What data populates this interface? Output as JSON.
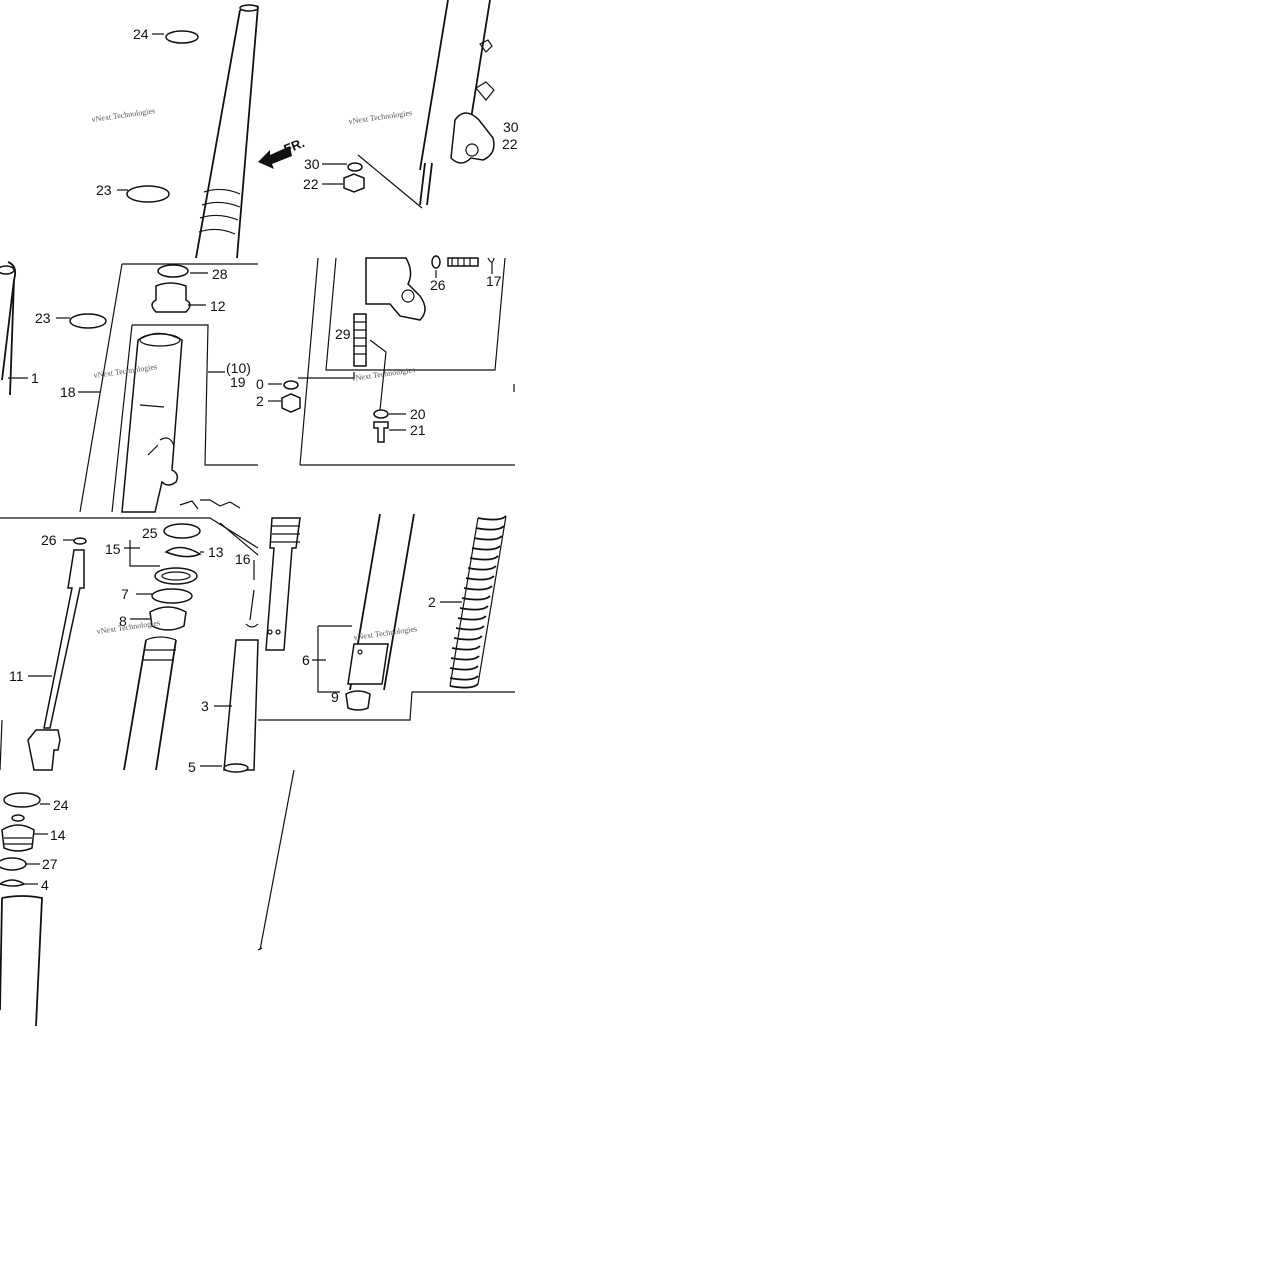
{
  "diagram": {
    "watermark": "vNext Technologies",
    "direction_label": "FR.",
    "parts": {
      "p24_top": "24",
      "p23_top": "23",
      "p30_a": "30",
      "p22_a": "22",
      "p30_edge": "30",
      "p22_edge": "22",
      "p28": "28",
      "p12": "12",
      "p23_mid": "23",
      "p1": "1",
      "p10": "(10)",
      "p19": "19",
      "p18": "18",
      "p26_mid": "26",
      "p17": "17",
      "p29": "29",
      "p0_edge": "0",
      "p2_edge": "2",
      "p20": "20",
      "p21": "21",
      "p26_low": "26",
      "p25": "25",
      "p15": "15",
      "p13": "13",
      "p16": "16",
      "p7": "7",
      "p8": "8",
      "p11": "11",
      "p3": "3",
      "p5": "5",
      "p2_spring": "2",
      "p6": "6",
      "p9": "9",
      "p24_bottom": "24",
      "p14": "14",
      "p27": "27",
      "p4": "4"
    }
  }
}
